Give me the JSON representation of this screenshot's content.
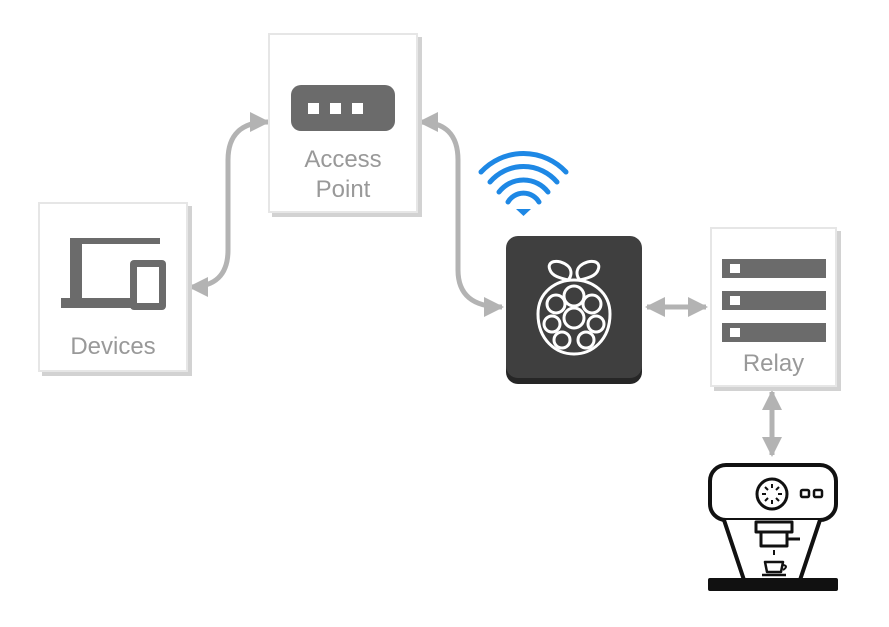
{
  "nodes": {
    "access_point": {
      "label_line1": "Access",
      "label_line2": "Point",
      "icon": "router-icon"
    },
    "devices": {
      "label": "Devices",
      "icon": "laptop-phone-icon"
    },
    "raspberry_pi": {
      "icon": "raspberry-pi-icon"
    },
    "relay": {
      "label": "Relay",
      "icon": "relay-rack-icon"
    },
    "coffee_machine": {
      "icon": "espresso-machine-icon"
    },
    "wifi": {
      "icon": "wifi-icon"
    }
  },
  "colors": {
    "node_border": "#e6e6e6",
    "node_shadow": "#d2d2d2",
    "icon_gray": "#6b6b6b",
    "label_gray": "#999999",
    "connector": "#b3b3b3",
    "pi_background": "#3f3f3f",
    "wifi_blue": "#1e88e5"
  }
}
